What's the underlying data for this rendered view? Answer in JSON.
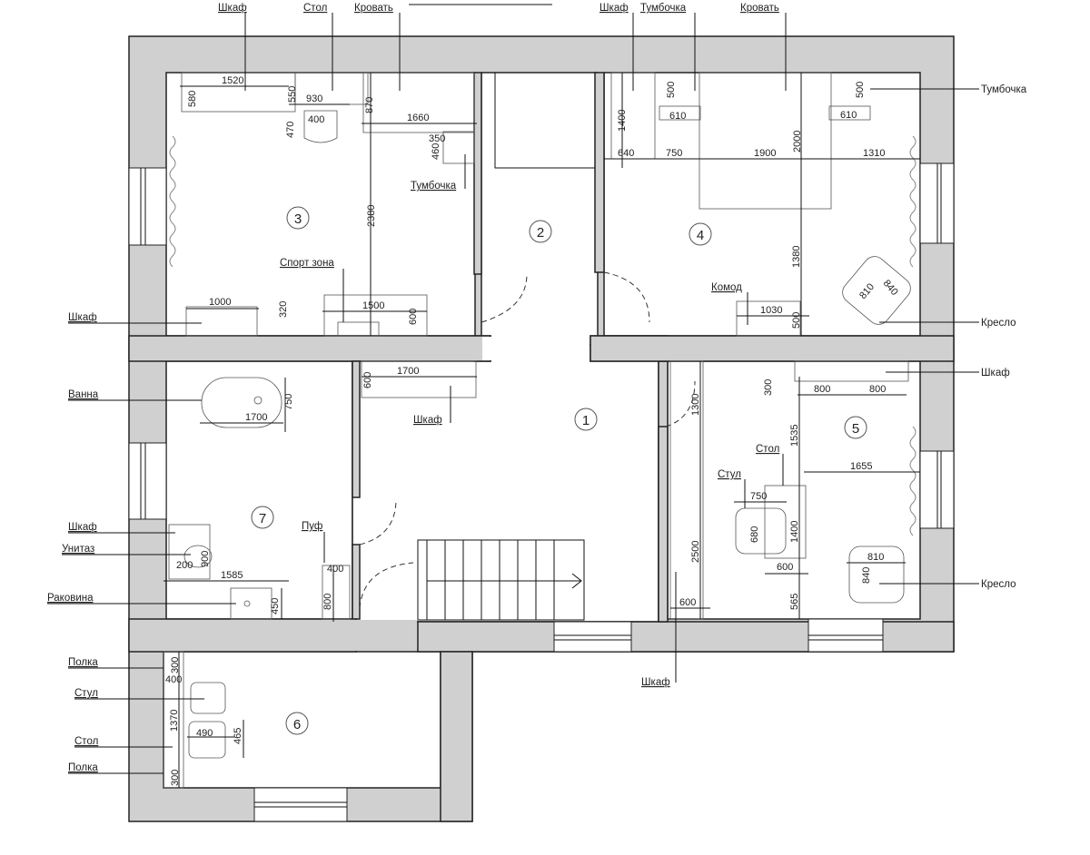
{
  "title": "План этажа",
  "room1": {
    "number": "1",
    "labels": [
      "Шкаф",
      "Шкаф"
    ],
    "dims": [
      "1700",
      "600",
      "1300",
      "2500",
      "600"
    ]
  },
  "room2": {
    "number": "2"
  },
  "room3": {
    "number": "3",
    "labels": [
      "Шкаф",
      "Стол",
      "Кровать",
      "Тумбочка",
      "Спорт зона",
      "Шкаф"
    ],
    "dims": [
      "1520",
      "580",
      "550",
      "930",
      "400",
      "470",
      "870",
      "1660",
      "350",
      "460",
      "2380",
      "1000",
      "320",
      "1500",
      "600"
    ]
  },
  "room4": {
    "number": "4",
    "labels": [
      "Шкаф",
      "Тумбочка",
      "Кровать",
      "Тумбочка",
      "Комод",
      "Кресло"
    ],
    "dims": [
      "500",
      "610",
      "1400",
      "640",
      "750",
      "1900",
      "2000",
      "1310",
      "500",
      "610",
      "1380",
      "1030",
      "500",
      "810",
      "840"
    ]
  },
  "room5": {
    "number": "5",
    "labels": [
      "Шкаф",
      "Кресло",
      "Стол",
      "Стул"
    ],
    "dims": [
      "300",
      "800",
      "800",
      "1535",
      "1655",
      "750",
      "680",
      "1400",
      "600",
      "565",
      "810",
      "840"
    ]
  },
  "room6": {
    "number": "6",
    "labels": [
      "Полка",
      "Стул",
      "Стол",
      "Полка"
    ],
    "dims": [
      "300",
      "400",
      "1370",
      "490",
      "465",
      "300"
    ]
  },
  "room7": {
    "number": "7",
    "labels": [
      "Ванна",
      "Шкаф",
      "Унитаз",
      "Раковина",
      "Пуф"
    ],
    "dims": [
      "1700",
      "750",
      "200",
      "900",
      "1585",
      "450",
      "400",
      "800"
    ]
  },
  "colors": {
    "wall": "#d0d0d0",
    "line": "#222222",
    "background": "#ffffff"
  }
}
